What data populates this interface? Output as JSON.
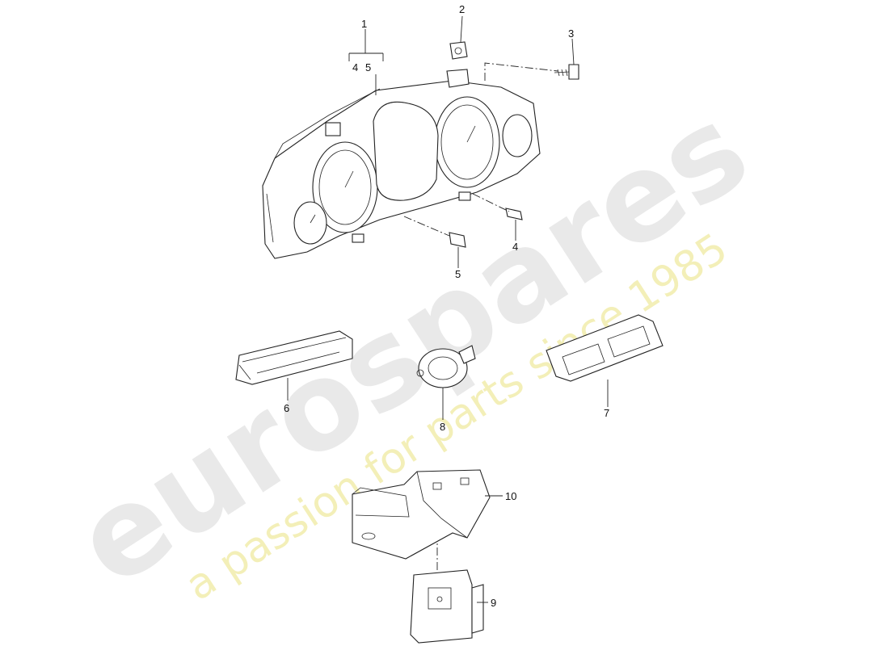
{
  "watermark": {
    "brand": "eurospares",
    "tagline": "a passion for parts since 1985"
  },
  "callouts": {
    "c1": "1",
    "c4a": "4",
    "c5a": "5",
    "c2": "2",
    "c3": "3",
    "c4": "4",
    "c5": "5",
    "c6": "6",
    "c7": "7",
    "c8": "8",
    "c9": "9",
    "c10": "10"
  },
  "parts": [
    {
      "id": "instrument-cluster",
      "icon": "instrument-cluster-icon"
    },
    {
      "id": "bulb-holder",
      "icon": "clip-icon"
    },
    {
      "id": "screw",
      "icon": "screw-icon"
    },
    {
      "id": "bracket-4",
      "icon": "bracket-icon"
    },
    {
      "id": "bracket-5",
      "icon": "bracket-icon"
    },
    {
      "id": "warning-light-strip",
      "icon": "switch-panel-icon"
    },
    {
      "id": "cover-panel",
      "icon": "panel-icon"
    },
    {
      "id": "buzzer",
      "icon": "speaker-icon"
    },
    {
      "id": "control-unit",
      "icon": "control-unit-icon"
    },
    {
      "id": "holder",
      "icon": "holder-bracket-icon"
    }
  ]
}
